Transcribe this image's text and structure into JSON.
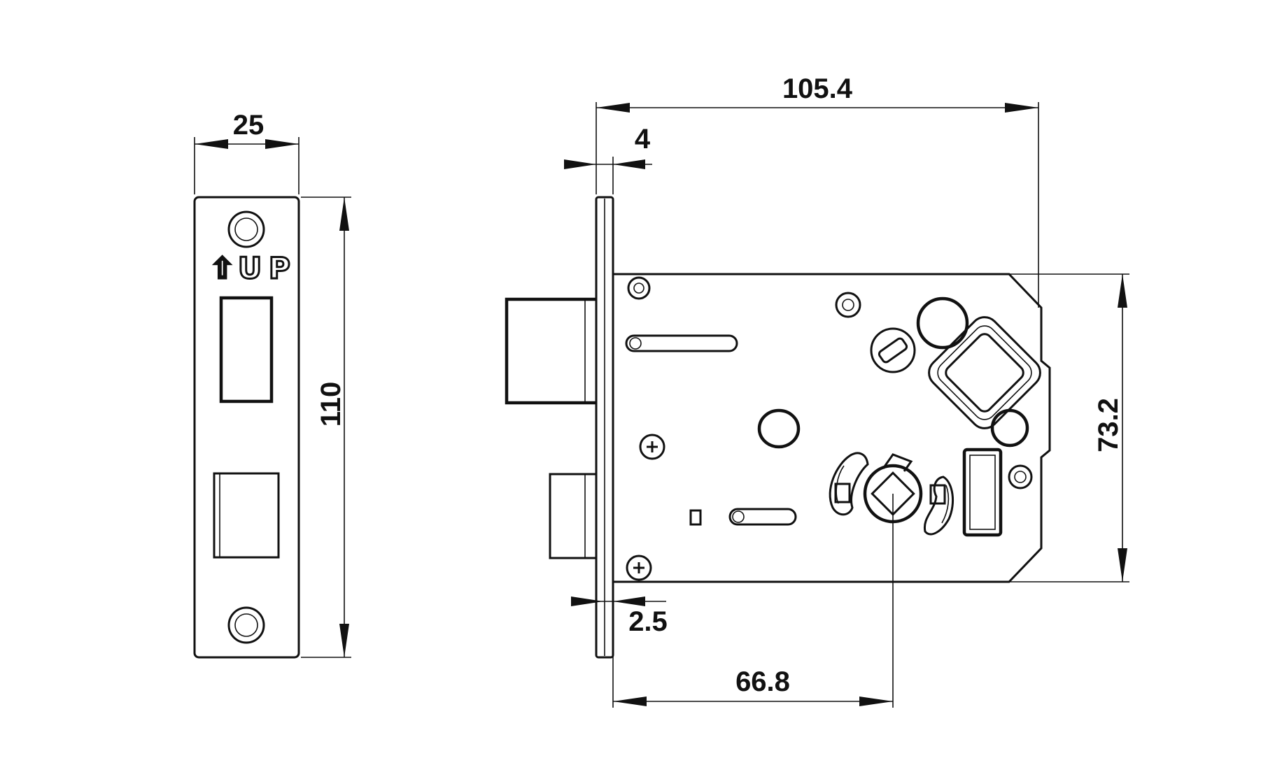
{
  "dimensions": {
    "faceplate_width": "25",
    "faceplate_height": "110",
    "case_width": "105.4",
    "forend_thickness": "4",
    "case_height": "73.2",
    "forend_offset": "2.5",
    "backset": "66.8"
  },
  "faceplate_marking": {
    "arrow": "⇧",
    "letter_u": "U",
    "letter_p": "P"
  },
  "colors": {
    "line": "#111111",
    "background": "#ffffff"
  }
}
